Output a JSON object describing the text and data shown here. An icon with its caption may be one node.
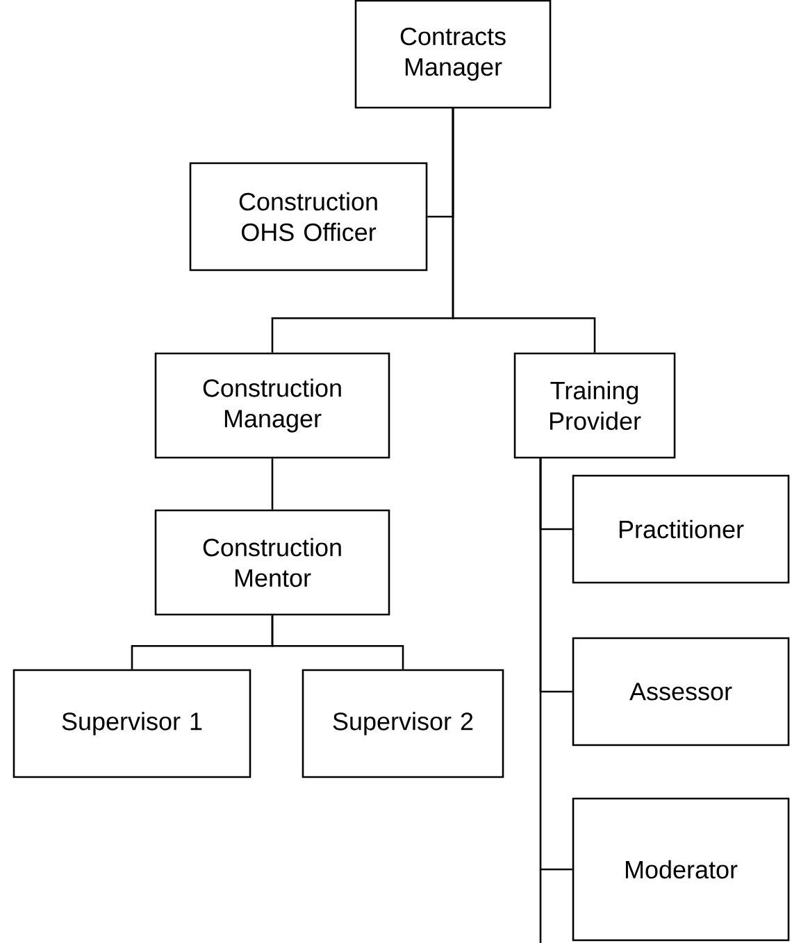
{
  "diagram": {
    "nodes": [
      {
        "text": [
          "Contracts Manager"
        ]
      },
      {
        "text": [
          "Construction OHS Officer"
        ]
      },
      {
        "text": [
          "Construction Manager"
        ]
      },
      {
        "text": [
          "Training Provider"
        ]
      },
      {
        "text": [
          "Construction Mentor"
        ]
      },
      {
        "text": [
          "Supervisor 1"
        ]
      },
      {
        "text": [
          "Supervisor 2"
        ]
      },
      {
        "text": [
          "Practitioner"
        ]
      },
      {
        "text": [
          "Assessor"
        ]
      },
      {
        "text": [
          "Moderator"
        ]
      }
    ],
    "edges": [
      {
        "from": 0,
        "to": 1,
        "arrow": "none"
      },
      {
        "from": 0,
        "to": 2,
        "arrow": "none"
      },
      {
        "from": 0,
        "to": 3,
        "arrow": "none"
      },
      {
        "from": 2,
        "to": 4,
        "arrow": "none"
      },
      {
        "from": 4,
        "to": 5,
        "arrow": "none"
      },
      {
        "from": 4,
        "to": 6,
        "arrow": "none"
      },
      {
        "from": 3,
        "to": 7,
        "arrow": "none"
      },
      {
        "from": 3,
        "to": 8,
        "arrow": "none"
      },
      {
        "from": 3,
        "to": 9,
        "arrow": "none"
      }
    ]
  }
}
